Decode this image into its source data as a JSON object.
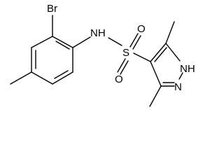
{
  "molecule": {
    "atoms": {
      "br": "Br",
      "nh_amide": "NH",
      "s": "S",
      "o_top": "O",
      "o_bottom": "O",
      "nh_ring": "NH",
      "n_ring": "N"
    },
    "colors": {
      "ink": "#000000",
      "background": "#ffffff"
    }
  }
}
